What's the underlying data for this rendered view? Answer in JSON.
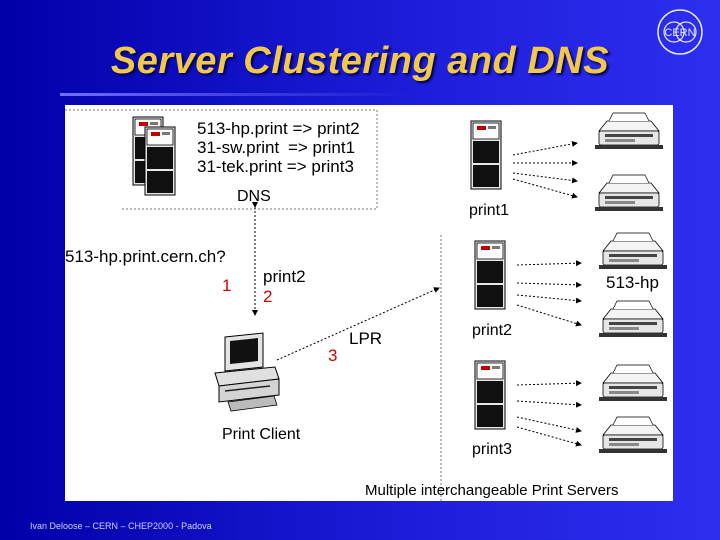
{
  "slide": {
    "title": "Server Clustering and DNS",
    "logo_text": "CERN",
    "footer": "Ivan Deloose – CERN – CHEP2000 - Padova"
  },
  "dns": {
    "mappings": [
      {
        "name": "513-hp.print",
        "arrow": "=>",
        "target": "print2"
      },
      {
        "name": "31-sw.print",
        "arrow": "=>",
        "target": "print1"
      },
      {
        "name": "31-tek.print",
        "arrow": "=>",
        "target": "print3"
      }
    ],
    "label": "DNS"
  },
  "flow": {
    "query": "513-hp.print.cern.ch?",
    "step1": "1",
    "reply": "print2",
    "step2": "2",
    "protocol": "LPR",
    "step3": "3"
  },
  "client": {
    "label": "Print Client"
  },
  "servers": [
    {
      "label": "print1"
    },
    {
      "label": "print2"
    },
    {
      "label": "print3"
    }
  ],
  "printers": {
    "group_label": "513-hp"
  },
  "caption": "Multiple interchangeable Print Servers",
  "colors": {
    "background": "#1010c0",
    "title": "#f2c84a",
    "step_numbers": "#d40000",
    "panel": "#ffffff"
  }
}
